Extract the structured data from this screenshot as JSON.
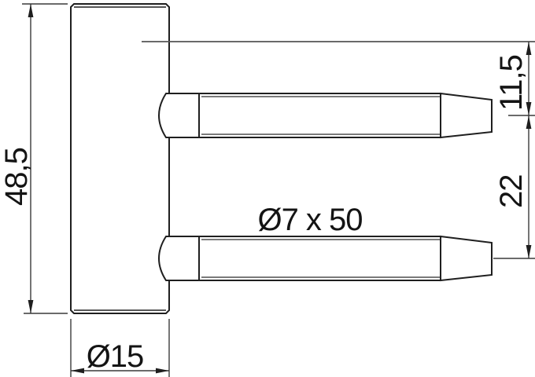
{
  "drawing": {
    "kind": "hinge-technical-drawing",
    "labels": {
      "overall_height": "48,5",
      "pin_top_offset": "11,5",
      "pin_spacing": "22",
      "pin_spec": "Ø7 x 50",
      "body_diameter": "Ø15"
    },
    "colors": {
      "background": "#ffffff",
      "part_outline": "#1f1f1f",
      "dimension_line": "#3a3a3a",
      "reference_line": "#555555",
      "text": "#141414"
    }
  }
}
